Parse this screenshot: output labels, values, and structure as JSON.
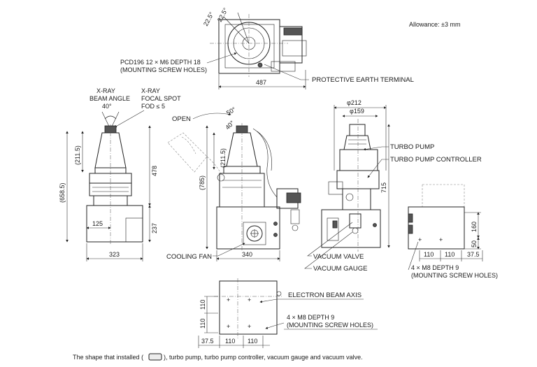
{
  "notes": {
    "allowance": "Allowance: ±3 mm",
    "footer_before": "The shape that installed (",
    "footer_after": "), turbo pump, turbo pump controller, vacuum gauge and vacuum valve."
  },
  "top_view": {
    "angle_a": "22.5°",
    "angle_b": "22.5°",
    "pcd_line1": "PCD196 12 × M6 DEPTH 18",
    "pcd_line2": "(MOUNTING SCREW HOLES)",
    "width": "487",
    "protective_earth": "PROTECTIVE EARTH TERMINAL"
  },
  "front_view": {
    "xray_beam_angle_1": "X-RAY",
    "xray_beam_angle_2": "BEAM ANGLE",
    "beam_angle": "40°",
    "focal_1": "X-RAY",
    "focal_2": "FOCAL SPOT",
    "fod": "FOD ≤ 5",
    "dim_211_5": "(211.5)",
    "dim_658_5": "(658.5)",
    "dim_478": "478",
    "dim_237": "237",
    "dim_125": "125",
    "dim_323": "323"
  },
  "side_view": {
    "open": "OPEN",
    "angle_50": "50°",
    "angle_40": "40°",
    "dim_785": "(785)",
    "dim_211_5": "(211.5)",
    "cooling_fan": "COOLING FAN",
    "dim_340": "340"
  },
  "rear_view": {
    "dia_212": "φ212",
    "dia_159": "φ159",
    "turbo_pump": "TURBO PUMP",
    "turbo_pump_controller": "TURBO PUMP CONTROLLER",
    "dim_715": "715",
    "vacuum_valve": "VACUUM VALVE",
    "vacuum_gauge": "VACUUM GAUGE"
  },
  "base_side": {
    "dim_160": "160",
    "dim_50": "50",
    "dim_110a": "110",
    "dim_110b": "110",
    "dim_37_5": "37.5",
    "screw_line1": "4 × M8 DEPTH 9",
    "screw_line2": "(MOUNTING SCREW HOLES)"
  },
  "bottom_view": {
    "electron_beam_axis": "ELECTRON BEAM AXIS",
    "screw_line1": "4 × M8 DEPTH 9",
    "screw_line2": "(MOUNTING SCREW HOLES)",
    "dim_110v_a": "110",
    "dim_110v_b": "110",
    "dim_37_5": "37.5",
    "dim_110h_a": "110",
    "dim_110h_b": "110"
  }
}
